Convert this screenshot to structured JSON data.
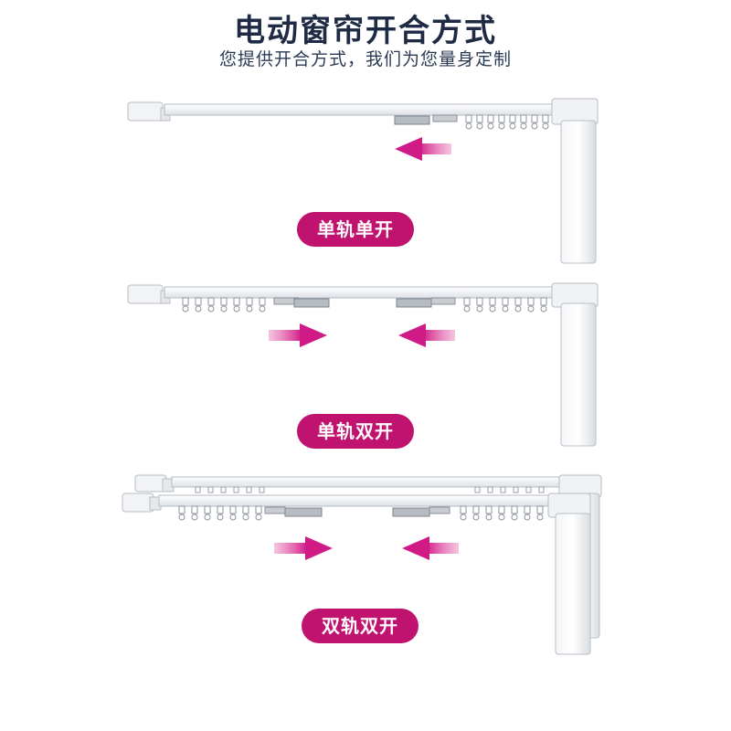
{
  "header": {
    "title": "电动窗帘开合方式",
    "subtitle": "您提供开合方式，我们为您量身定制"
  },
  "colors": {
    "accent": "#c0136f",
    "arrow": "#d01b86",
    "title": "#1f2a44"
  },
  "modes": [
    {
      "label": "单轨单开"
    },
    {
      "label": "单轨双开"
    },
    {
      "label": "双轨双开"
    }
  ]
}
